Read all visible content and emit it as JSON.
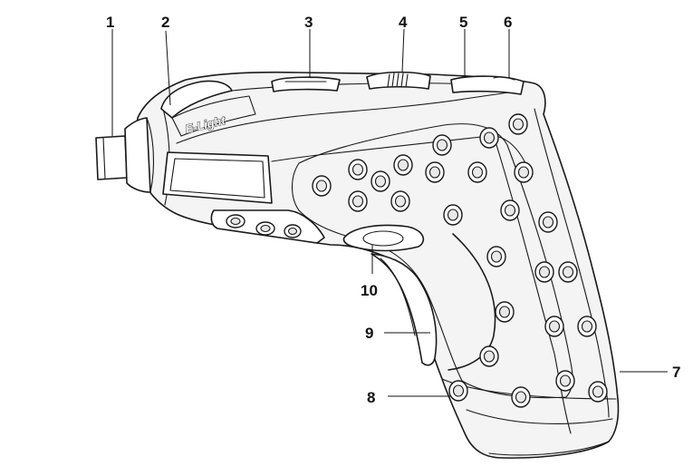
{
  "brand_text": "E-Light",
  "callouts": [
    {
      "id": "1",
      "label": "1"
    },
    {
      "id": "2",
      "label": "2"
    },
    {
      "id": "3",
      "label": "3"
    },
    {
      "id": "4",
      "label": "4"
    },
    {
      "id": "5",
      "label": "5"
    },
    {
      "id": "6",
      "label": "6"
    },
    {
      "id": "7",
      "label": "7"
    },
    {
      "id": "8",
      "label": "8"
    },
    {
      "id": "9",
      "label": "9"
    },
    {
      "id": "10",
      "label": "10"
    }
  ]
}
